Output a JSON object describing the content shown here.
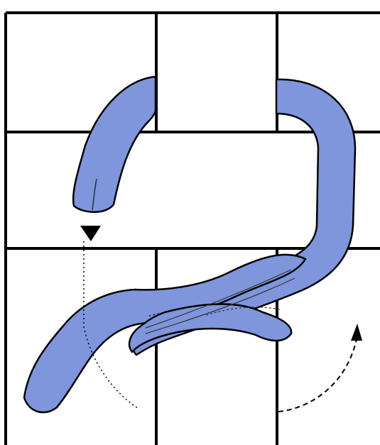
{
  "diagram": {
    "colors": {
      "background": "#ffffff",
      "grid_line": "#000000",
      "yarn_fill": "#7f96dd",
      "yarn_outline": "#000000",
      "arrow": "#000000"
    },
    "elements": {
      "grid": "grid-lines",
      "yarn": "blue-yarn-strand",
      "arrows": [
        "arrow-left-down",
        "arrow-right-curved"
      ]
    }
  }
}
